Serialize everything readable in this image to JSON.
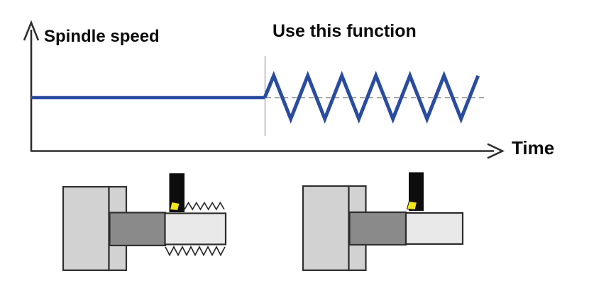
{
  "labels": {
    "y_axis": "Spindle speed",
    "annotation": "Use this function",
    "x_axis": "Time"
  },
  "colors": {
    "wave_blue": "#2a4c9f",
    "axis": "#2e2e2e",
    "dashed_baseline": "#8a8a8a",
    "divider_line": "#9a9a9a",
    "chuck_fill": "#d2d2d2",
    "shaft_fill": "#8a8a8a",
    "workpiece_fill": "#e9e9e9",
    "outline": "#2b2b2b",
    "tool_fill": "#0d0d0d",
    "insert_yellow": "#f0e61a"
  },
  "chart_data": {
    "type": "line",
    "title": "",
    "xlabel": "Time",
    "ylabel": "Spindle speed",
    "annotation": "Use this function",
    "description": "Spindle speed is constant, then after the function is enabled it oscillates as a triangle wave around the base speed (dashed baseline).",
    "series": [
      {
        "name": "spindle-speed",
        "segments": [
          {
            "kind": "constant",
            "level": "base speed"
          },
          {
            "kind": "triangle-oscillation",
            "cycles": 6.5,
            "center": "base speed"
          }
        ]
      }
    ],
    "axes": {
      "ticks": "none",
      "grid": false
    },
    "wave_geometry": {
      "start_x": 373,
      "mid_y": 138,
      "first_peak_x": 385.7,
      "half_period": 24,
      "peak_y": 107,
      "trough_y": 168,
      "extreme_count": 13
    }
  },
  "illustrations": {
    "left": {
      "name": "turning-without-function",
      "surface": "chatter marks (wavy surface)"
    },
    "right": {
      "name": "turning-with-function",
      "surface": "smooth surface"
    }
  }
}
